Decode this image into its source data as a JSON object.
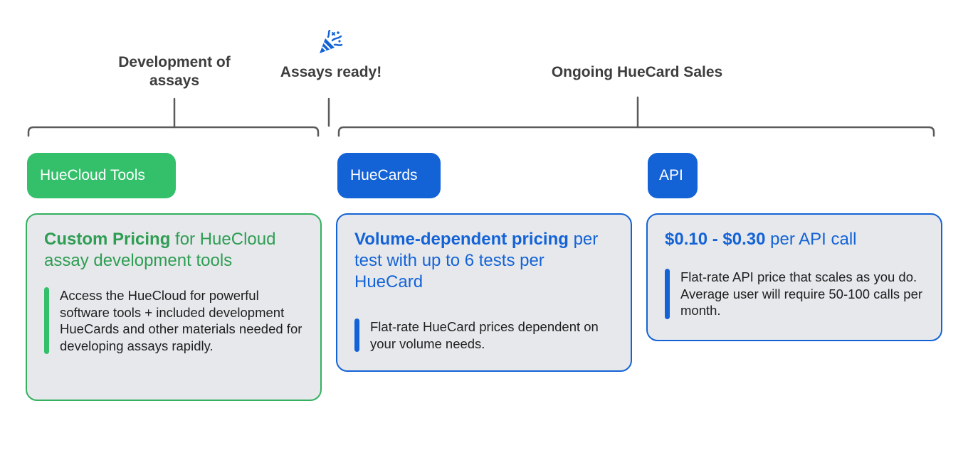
{
  "phases": {
    "development": "Development of\nassays",
    "ready": "Assays ready!",
    "sales": "Ongoing HueCard Sales",
    "ready_icon": "party-popper-icon"
  },
  "products": [
    {
      "pill_label": "HueCloud Tools",
      "title_bold": "Custom Pricing",
      "title_rest": " for HueCloud assay development tools",
      "description": "Access the HueCloud for powerful software tools + included development HueCards and other materials needed for developing assays rapidly."
    },
    {
      "pill_label": "HueCards",
      "title_bold": "Volume-dependent pricing",
      "title_rest": " per test with up to 6 tests per HueCard",
      "description": "Flat-rate HueCard prices dependent on your volume needs."
    },
    {
      "pill_label": "API",
      "title_bold": "$0.10 - $0.30",
      "title_rest": " per API call",
      "description": "Flat-rate API price that scales as you do. Average user will require 50-100 calls per month."
    }
  ],
  "colors": {
    "green": "#34c06a",
    "blue": "#1463d6",
    "card_bg": "#e6e8ec",
    "line_gray": "#5a5a5a"
  }
}
